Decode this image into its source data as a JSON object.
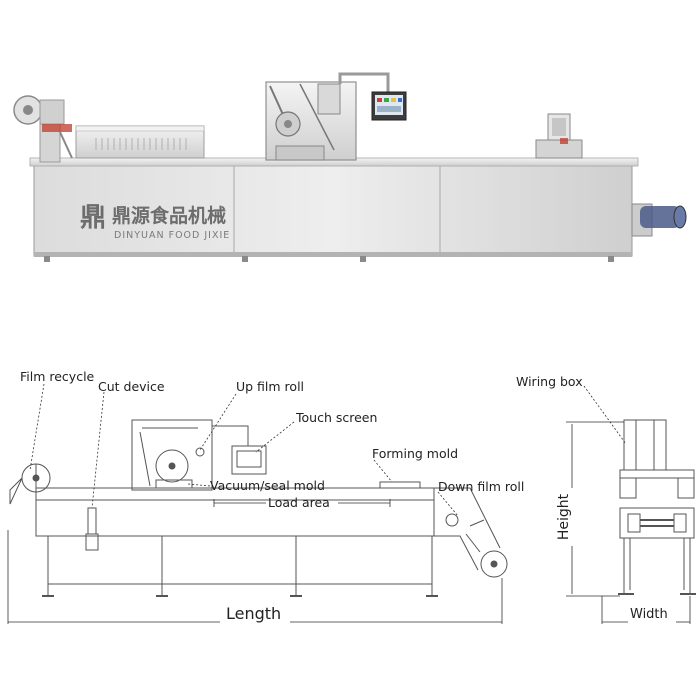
{
  "photo": {
    "brand_cn": "鼎源食品机械",
    "brand_en": "DINYUAN FOOD JIXIE",
    "screen_colors": [
      "#d33b3b",
      "#3fa34d",
      "#e8c33a",
      "#3a6fd3"
    ]
  },
  "side_view": {
    "labels": {
      "film_recycle": "Film recycle",
      "cut_device": "Cut device",
      "up_film_roll": "Up film roll",
      "touch_screen": "Touch screen",
      "forming_mold": "Forming mold",
      "vacuum_seal_mold": "Vacuum/seal mold",
      "load_area": "Load area",
      "down_film_roll": "Down film roll",
      "length": "Length"
    }
  },
  "end_view": {
    "labels": {
      "wiring_box": "Wiring box",
      "height": "Height",
      "width": "Width"
    }
  },
  "colors": {
    "line": "#555555",
    "steel_light": "#e4e4e4",
    "steel_mid": "#c9c9c9",
    "steel_dark": "#9a9a9a",
    "accent_roll": "#c0392b",
    "film_roll": "#4a5a8a"
  }
}
